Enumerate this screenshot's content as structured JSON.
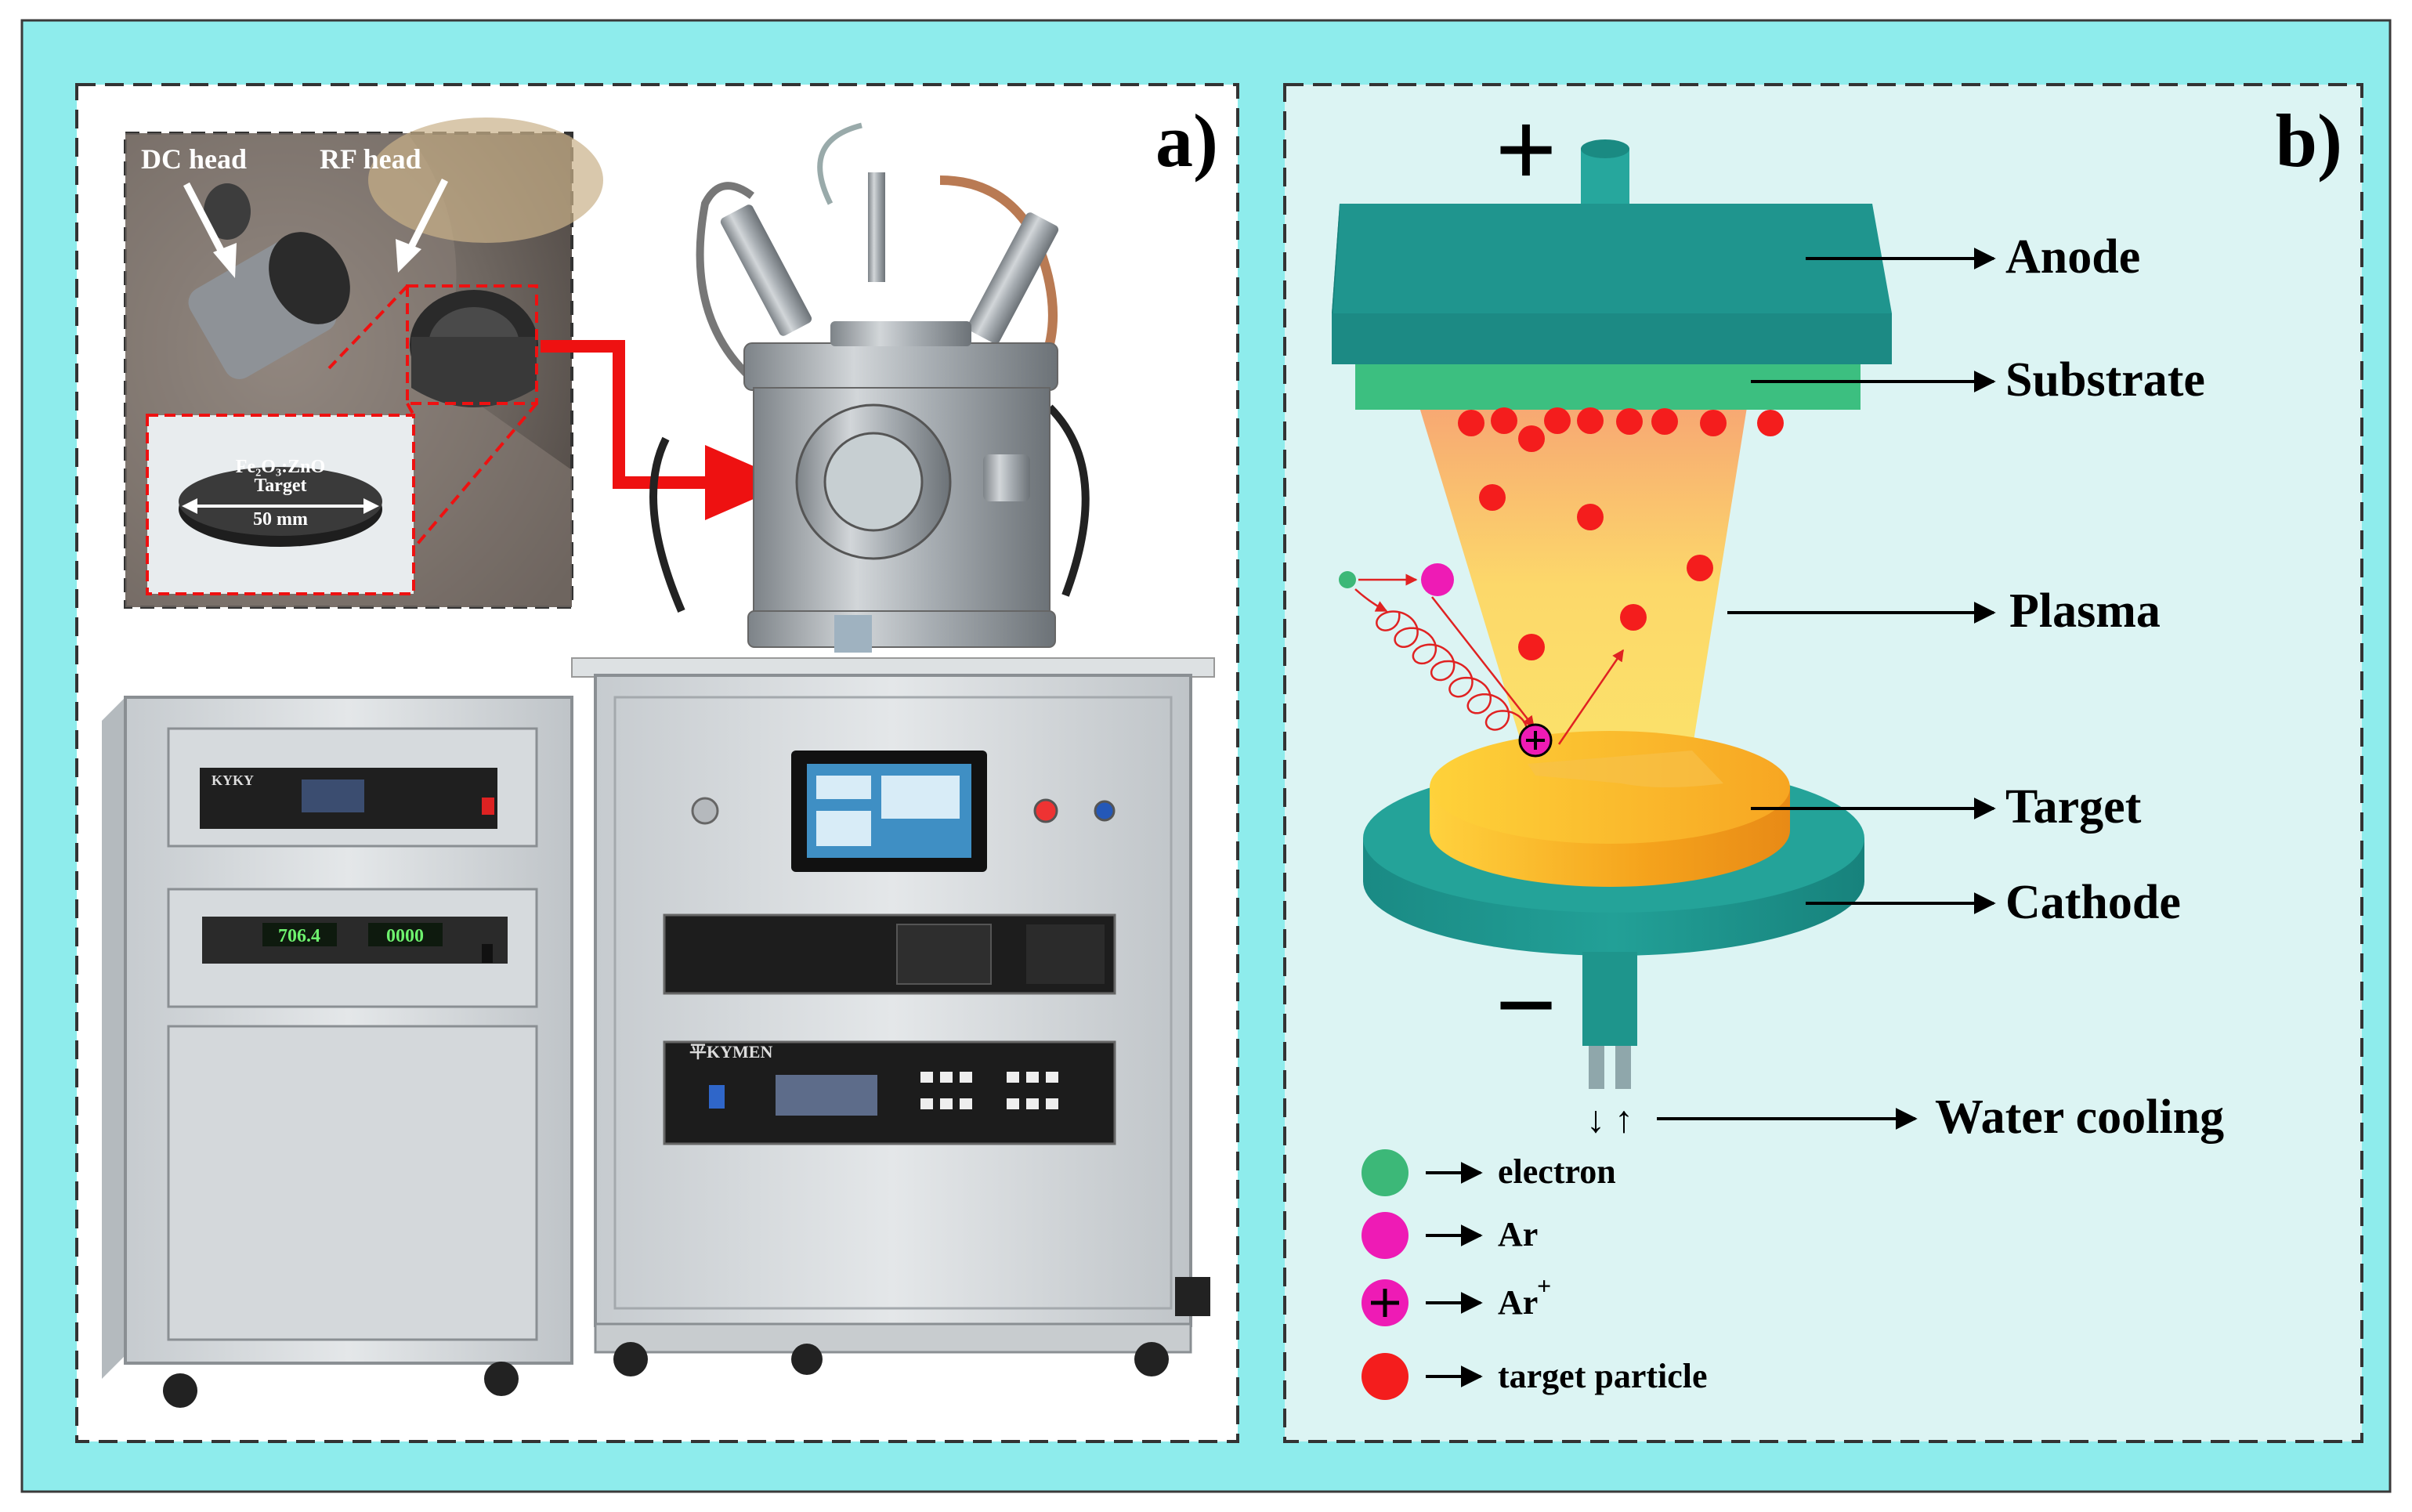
{
  "panel_a": {
    "letter": "a)",
    "inset": {
      "dc_head_label": "DC head",
      "rf_head_label": "RF head",
      "target_line1": "Fe₂O₃:ZnO",
      "target_line2": "Target",
      "target_diameter": "50 mm"
    },
    "equipment": {
      "rf_brand": "KYKY",
      "meter_left": "706.4",
      "meter_right": "0000",
      "dc_brand": "平KYMEN"
    }
  },
  "panel_b": {
    "letter": "b)",
    "anode_sign": "+",
    "cathode_sign": "−",
    "labels": {
      "anode": "Anode",
      "substrate": "Substrate",
      "plasma": "Plasma",
      "target": "Target",
      "cathode": "Cathode",
      "water_cooling": "Water  cooling"
    },
    "flow_arrows": "↓ ↑",
    "legend": [
      {
        "key": "electron",
        "label": "electron",
        "color": "#3cb878"
      },
      {
        "key": "ar",
        "label": "Ar",
        "color": "#ee1bb5"
      },
      {
        "key": "ar_ion",
        "label": "Ar",
        "superscript": "+",
        "color": "#ee1bb5"
      },
      {
        "key": "target_particle",
        "label": "target  particle",
        "color": "#f41d1d"
      }
    ]
  },
  "colors": {
    "outer_border": "#8eecec",
    "panel_b_bg": "#dcf4f3",
    "anode": "#1f958e",
    "substrate": "#3cbf80",
    "particle": "#f41d1d",
    "electron": "#3cb878",
    "argon": "#ee1bb5",
    "target_gold": "#fbbb18",
    "inset_arrow": "#ee1111"
  }
}
